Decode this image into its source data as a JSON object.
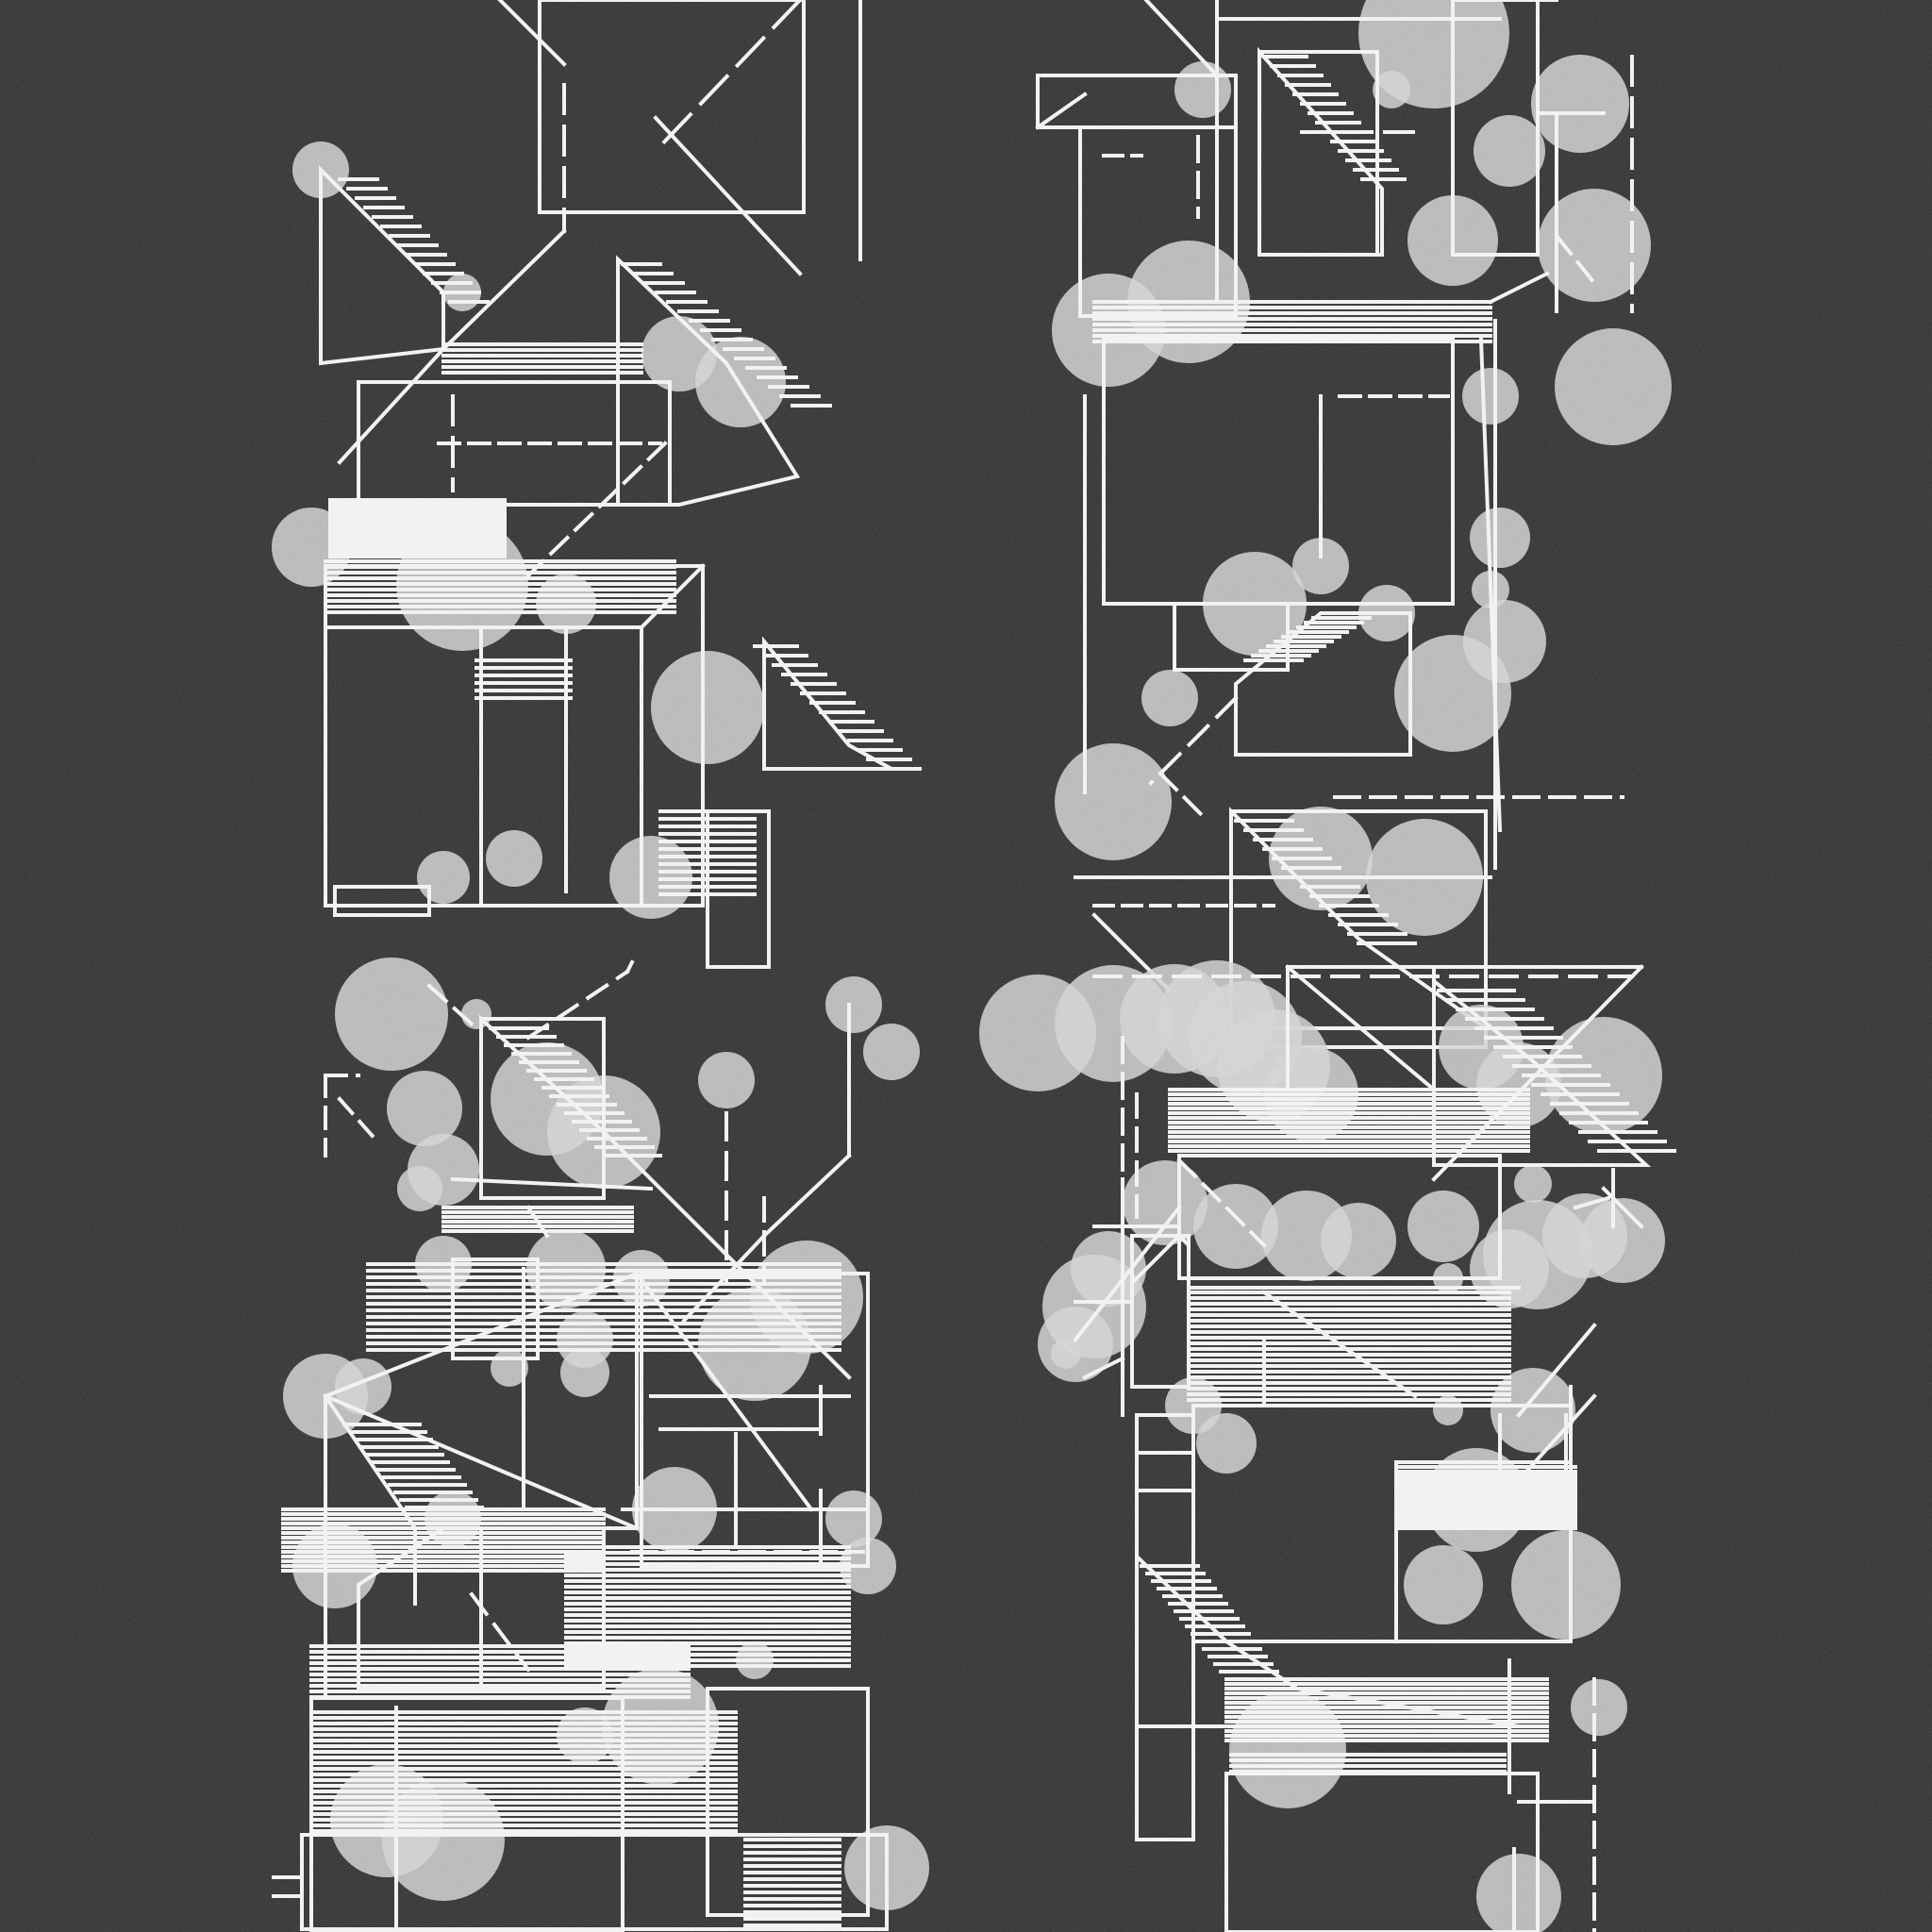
{
  "artwork": {
    "colors": {
      "background": "#2b2b2b",
      "line": "#f2f2f2",
      "bubble_fill": "#d8d8d8",
      "bubble_hatch": "#9a9a9a"
    },
    "panels": [
      {
        "id": "panel-top-left"
      },
      {
        "id": "panel-top-right"
      },
      {
        "id": "panel-bottom-left"
      },
      {
        "id": "panel-bottom-right"
      }
    ]
  }
}
